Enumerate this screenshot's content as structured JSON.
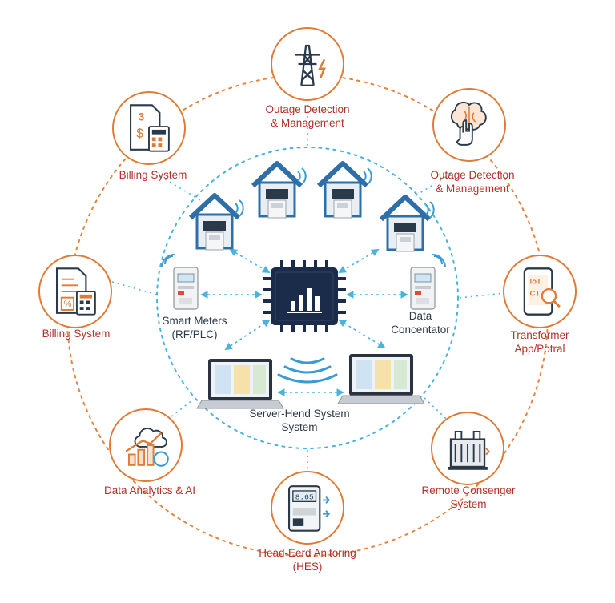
{
  "colors": {
    "outer_ring": "#e8833f",
    "inner_ring": "#4ab3dd",
    "label_red": "#b0322a",
    "house_blue": "#2f6fa8",
    "chip_navy": "#1b2c4a"
  },
  "outer_nodes": {
    "top": {
      "line1": "Outage Detection",
      "line2": "& Management",
      "icon": "transmission-tower-lightning-icon"
    },
    "upper_right": {
      "line1": "Outage Detection",
      "line2": "& Management",
      "icon": "brain-hand-icon"
    },
    "right": {
      "line1": "Transformer",
      "line2": "App/Potral",
      "icon": "mobile-app-magnifier-icon"
    },
    "lower_right": {
      "line1": "Remote Consenger",
      "line2": "System",
      "icon": "transformer-icon"
    },
    "bottom": {
      "line1": "Head-Eerd Anitoring",
      "line2": "(HES)",
      "icon": "meter-panel-icon"
    },
    "lower_left": {
      "line1": "Data Analytics & AI",
      "icon": "cloud-growth-chart-icon"
    },
    "left": {
      "line1": "Billing System",
      "icon": "invoice-calculator-percent-icon"
    },
    "upper_left": {
      "line1": "Billing System",
      "icon": "invoice-calculator-dollar-icon"
    }
  },
  "inner": {
    "smart_meters": {
      "line1": "Smart Meters",
      "line2": "(RF/PLC)"
    },
    "data_concentator": {
      "line1": "Data",
      "line2": "Concentator"
    },
    "server": {
      "line1": "Server-Hend System",
      "line2": "System"
    },
    "meter_display": "8.65"
  }
}
